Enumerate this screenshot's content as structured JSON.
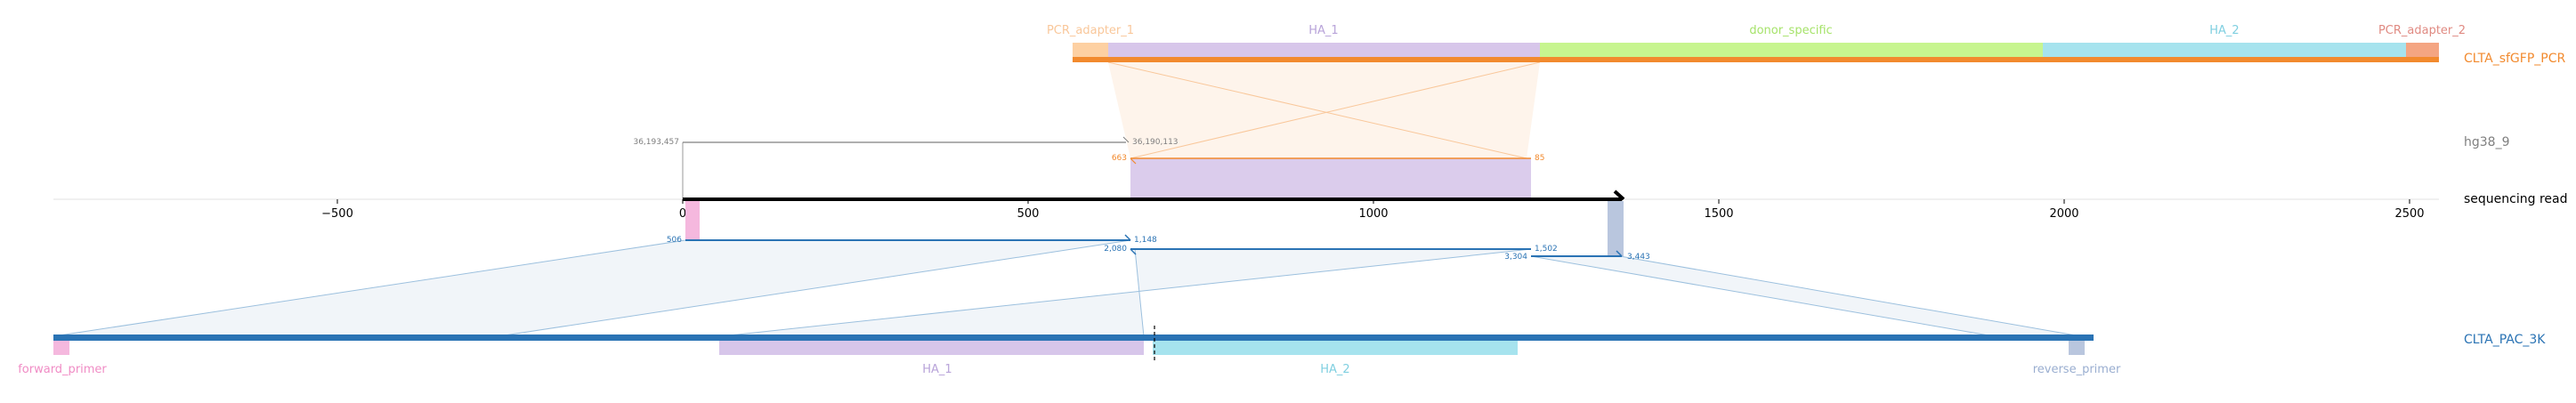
{
  "colors": {
    "pcr_adapter": "#fdd0a2",
    "pcr_adapter_2": "#f4a582",
    "ha1": "#d7c6ea",
    "donor_specific": "#c7f58f",
    "ha2": "#a6e3ee",
    "orange": "#f28a2e",
    "blue": "#2a73b4",
    "forward_primer": "#f5b8de",
    "reverse_primer": "#b9c6de",
    "read_line": "#000000",
    "grey_line": "#7f7f7f",
    "label_pcr_adapter_1": "#f9c79a",
    "label_ha1": "#b8a3d9",
    "label_donor": "#a6e36a",
    "label_ha2": "#7fcfe0",
    "label_pcr_adapter_2": "#e08a82",
    "label_forward": "#f08cc5",
    "label_reverse": "#9aaed0"
  },
  "top_construct": {
    "name": "CLTA_sfGFP_PCR",
    "features": [
      {
        "label": "PCR_adapter_1",
        "color_key": "pcr_adapter",
        "label_color_key": "label_pcr_adapter_1"
      },
      {
        "label": "HA_1",
        "color_key": "ha1",
        "label_color_key": "label_ha1"
      },
      {
        "label": "donor_specific",
        "color_key": "donor_specific",
        "label_color_key": "label_donor"
      },
      {
        "label": "HA_2",
        "color_key": "ha2",
        "label_color_key": "label_ha2"
      },
      {
        "label": "PCR_adapter_2",
        "color_key": "pcr_adapter_2",
        "label_color_key": "label_pcr_adapter_2"
      }
    ]
  },
  "genome": {
    "name": "hg38_9",
    "start_label": "36,193,457",
    "end_label": "36,190,113"
  },
  "read": {
    "name": "sequencing read",
    "axis_ticks": [
      -500,
      0,
      500,
      1000,
      1500,
      2000,
      2500
    ],
    "axis_tick_labels": [
      "−500",
      "0",
      "500",
      "1000",
      "1500",
      "2000",
      "2500"
    ],
    "orange_alignment": {
      "start_label": "663",
      "end_label": "85"
    },
    "blue_alignment_1": {
      "start_label": "506",
      "end_label": "1,148"
    },
    "blue_alignment_2": {
      "start_label": "2,080",
      "end_label": "1,502"
    },
    "blue_alignment_3": {
      "start_label": "3,304",
      "end_label": "3,443"
    }
  },
  "bottom_construct": {
    "name": "CLTA_PAC_3K",
    "features": [
      {
        "label": "forward_primer",
        "color_key": "forward_primer",
        "label_color_key": "label_forward"
      },
      {
        "label": "HA_1",
        "color_key": "ha1",
        "label_color_key": "label_ha1"
      },
      {
        "label": "HA_2",
        "color_key": "ha2",
        "label_color_key": "label_ha2"
      },
      {
        "label": "reverse_primer",
        "color_key": "reverse_primer",
        "label_color_key": "label_reverse"
      }
    ]
  }
}
